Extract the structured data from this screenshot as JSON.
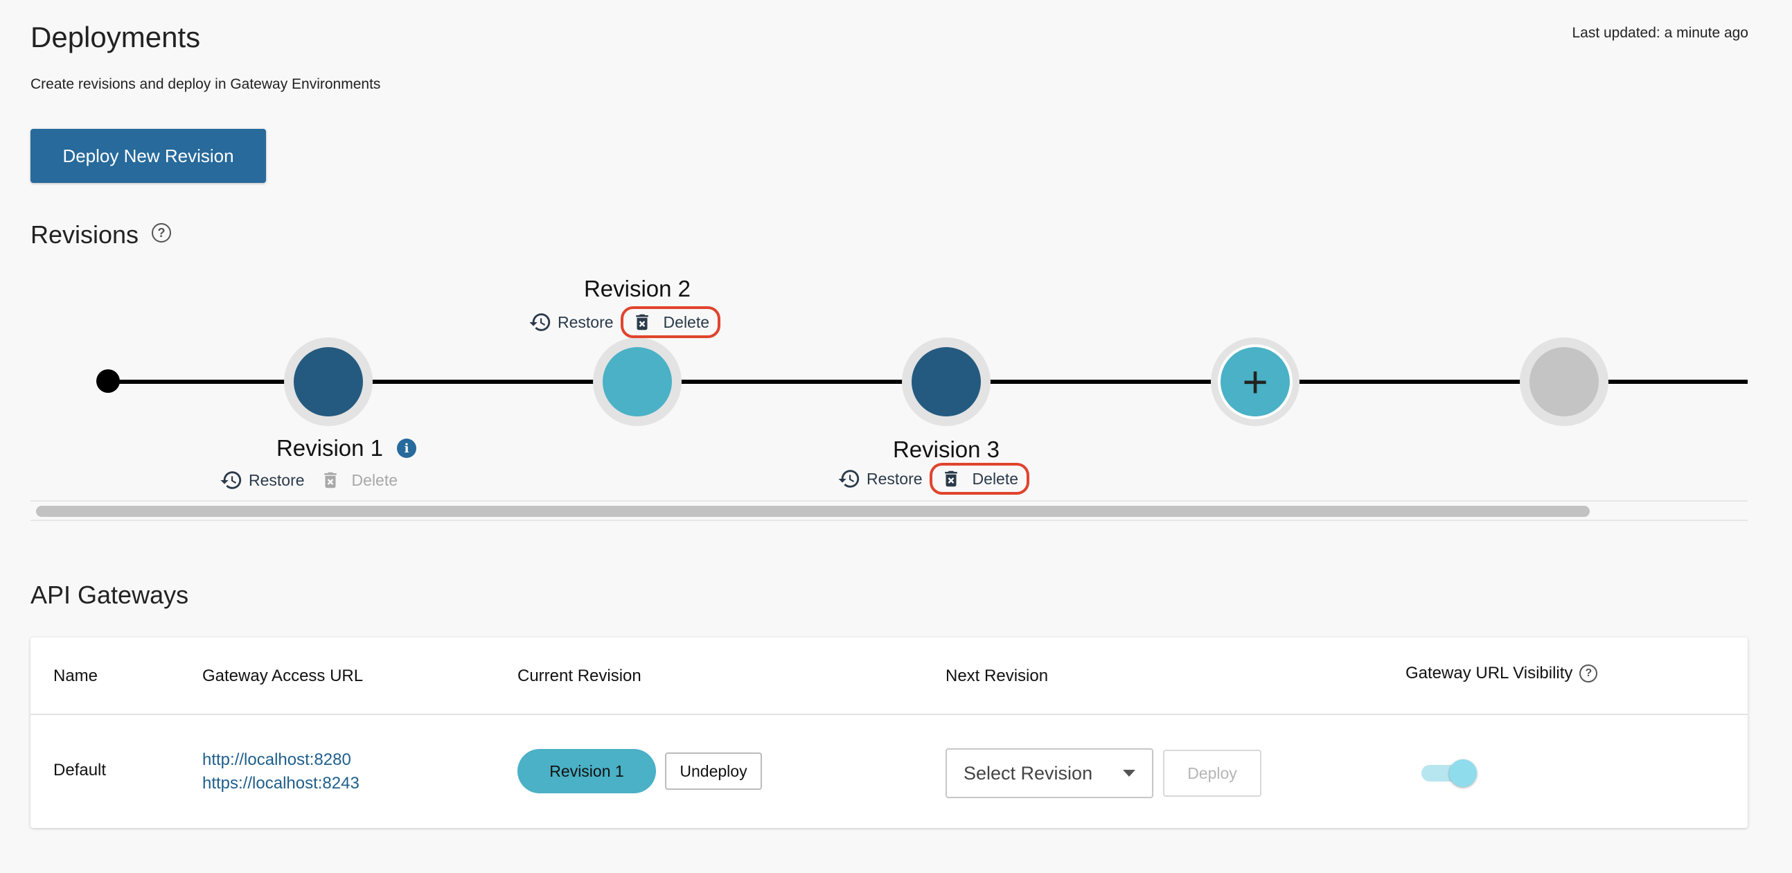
{
  "header": {
    "title": "Deployments",
    "subtitle": "Create revisions and deploy in Gateway Environments",
    "last_updated": "Last updated: a minute ago",
    "deploy_new_label": "Deploy New Revision"
  },
  "revisions_section": {
    "title": "Revisions",
    "help_glyph": "?",
    "revisions": [
      {
        "label": "Revision 1",
        "restore_label": "Restore",
        "delete_label": "Delete",
        "delete_enabled": false,
        "info_glyph": "i",
        "color": "#245a80"
      },
      {
        "label": "Revision 2",
        "restore_label": "Restore",
        "delete_label": "Delete",
        "delete_enabled": true,
        "delete_highlighted": true,
        "color": "#4ab1c6"
      },
      {
        "label": "Revision 3",
        "restore_label": "Restore",
        "delete_label": "Delete",
        "delete_enabled": true,
        "delete_highlighted": true,
        "color": "#245a80"
      }
    ],
    "add_node_glyph": "+",
    "add_node_color": "#4ab1c6",
    "empty_node_color": "#c4c4c4"
  },
  "gateways_section": {
    "title": "API Gateways",
    "columns": [
      "Name",
      "Gateway Access URL",
      "Current Revision",
      "Next Revision",
      "Gateway URL Visibility"
    ],
    "visibility_help_glyph": "?",
    "rows": [
      {
        "name": "Default",
        "urls": [
          "http://localhost:8280",
          "https://localhost:8243"
        ],
        "current_revision": "Revision 1",
        "undeploy_label": "Undeploy",
        "select_placeholder": "Select Revision",
        "deploy_label": "Deploy",
        "visibility_on": true
      }
    ]
  },
  "icons": {
    "restore": "restore-icon",
    "delete": "trash-icon",
    "info": "info-icon",
    "help": "help-icon",
    "add": "plus-icon"
  },
  "colors": {
    "primary": "#276a9b",
    "accent": "#4ab1c6",
    "highlight": "#e0442e"
  }
}
